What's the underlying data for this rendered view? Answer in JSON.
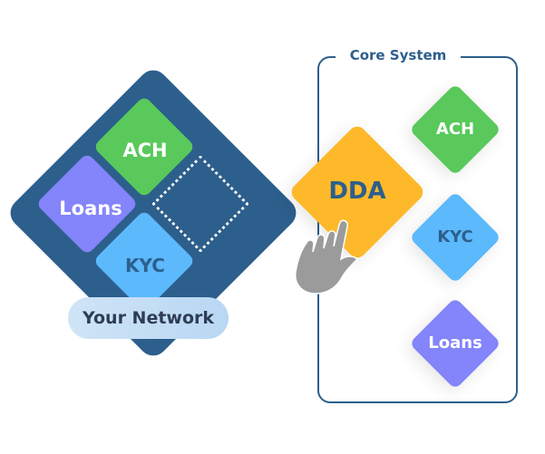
{
  "network": {
    "label": "Your Network",
    "tiles": [
      {
        "name": "ACH",
        "color": "#58c95a"
      },
      {
        "name": "Loans",
        "color": "#8484fb"
      },
      {
        "name": "KYC",
        "color": "#5bb9fc"
      }
    ],
    "frame_color": "#2d5f8c",
    "empty_slot": "empty-slot"
  },
  "core_system": {
    "title": "Core System",
    "border_color": "#2d5f8c",
    "tiles": [
      {
        "name": "ACH",
        "color": "#58c95a"
      },
      {
        "name": "KYC",
        "color": "#5bb9fc"
      },
      {
        "name": "Loans",
        "color": "#8484fb"
      }
    ]
  },
  "dragged_tile": {
    "name": "DDA",
    "color": "#fdb92a",
    "text_color": "#2d5f8c"
  },
  "cursor": {
    "icon": "hand-pointer-icon",
    "color": "#9b9b9b"
  }
}
